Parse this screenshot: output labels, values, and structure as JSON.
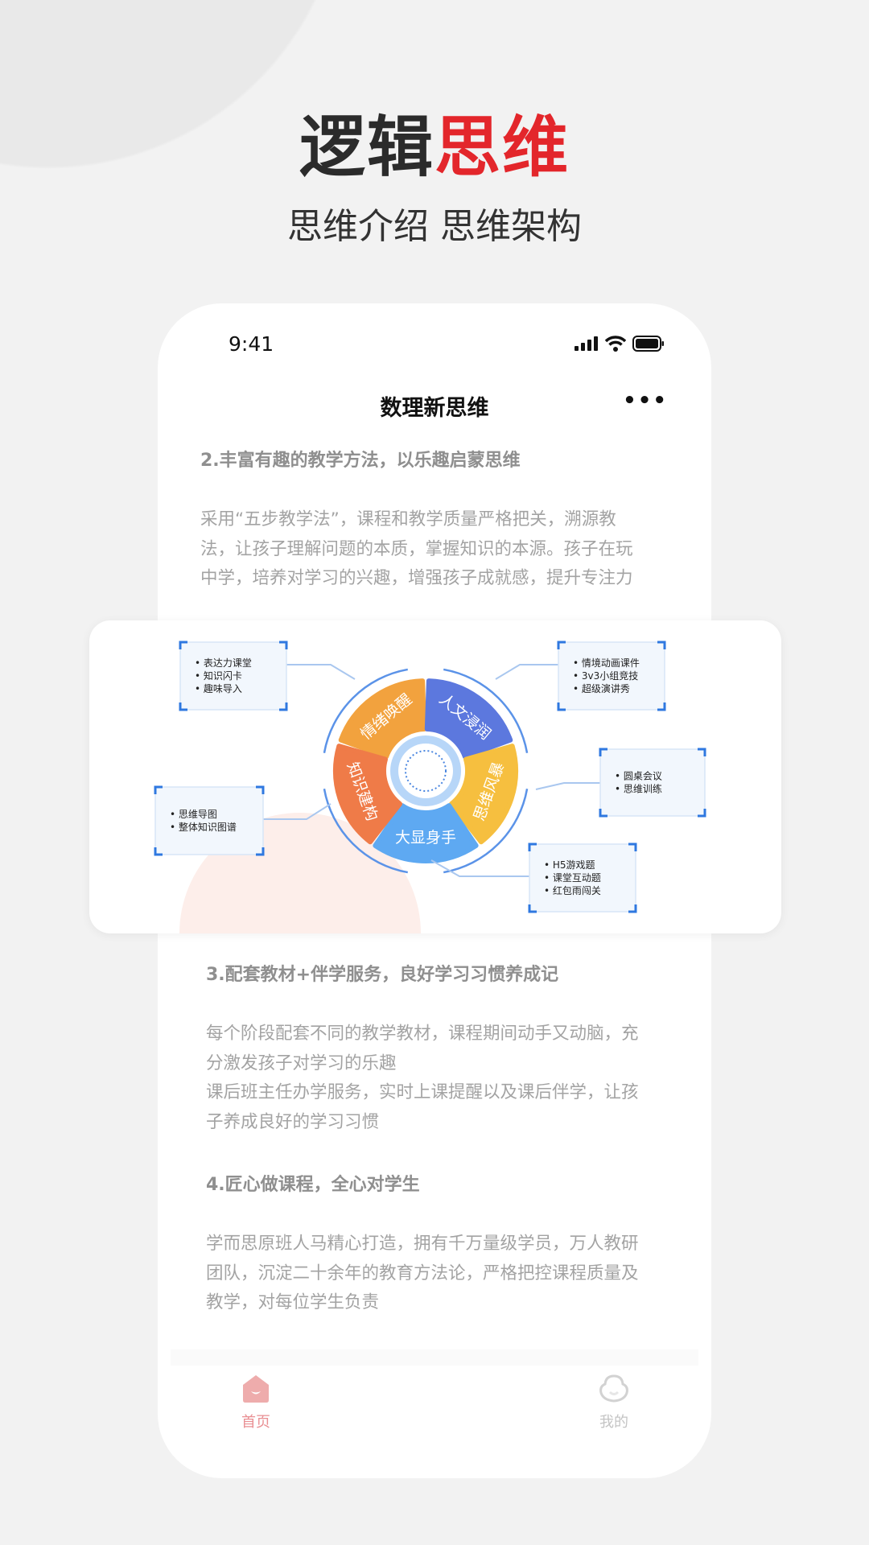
{
  "hero": {
    "title_dark": "逻辑",
    "title_red": "思维",
    "subtitle": "思维介绍 思维架构",
    "accent_color": "#e3262b"
  },
  "status_bar": {
    "time": "9:41",
    "icons": [
      "signal-icon",
      "wifi-icon",
      "battery-icon"
    ]
  },
  "nav": {
    "title": "数理新思维",
    "more_label": "•••"
  },
  "sections": [
    {
      "heading": "2.丰富有趣的教学方法，以乐趣启蒙思维",
      "lines": [
        "采用“五步教学法”，课程和教学质量严格把关，溯源教",
        "法，让孩子理解问题的本质，掌握知识的本源。孩子在玩",
        "中学，培养对学习的兴趣，增强孩子成就感，提升专注力"
      ]
    },
    {
      "heading": "3.配套教材+伴学服务，良好学习习惯养成记",
      "lines": [
        "每个阶段配套不同的教学教材，课程期间动手又动脑，充",
        "分激发孩子对学习的乐趣",
        "课后班主任办学服务，实时上课提醒以及课后伴学，让孩",
        "子养成良好的学习习惯"
      ]
    },
    {
      "heading": "4.匠心做课程，全心对学生",
      "lines": [
        "学而思原班人马精心打造，拥有千万量级学员，万人教研",
        "团队，沉淀二十余年的教育方法论，严格把控课程质量及",
        "教学，对每位学生负责"
      ]
    }
  ],
  "diagram": {
    "segments": [
      {
        "label": "情绪唤醒",
        "color": "#f2a23e"
      },
      {
        "label": "人文浸润",
        "color": "#5c78de"
      },
      {
        "label": "思维风暴",
        "color": "#f6bf3f"
      },
      {
        "label": "大显身手",
        "color": "#5ea9f2"
      },
      {
        "label": "知识建构",
        "color": "#ef7b48"
      }
    ],
    "boxes": [
      {
        "items": [
          "表达力课堂",
          "知识闪卡",
          "趣味导入"
        ]
      },
      {
        "items": [
          "情境动画课件",
          "3v3小组竞技",
          "超级演讲秀"
        ]
      },
      {
        "items": [
          "圆桌会议",
          "思维训练"
        ]
      },
      {
        "items": [
          "思维导图",
          "整体知识图谱"
        ]
      },
      {
        "items": [
          "H5游戏题",
          "课堂互动题",
          "红包雨闯关"
        ]
      }
    ]
  },
  "tabs": [
    {
      "label": "首页",
      "icon": "home-icon",
      "active": true,
      "color": "#e98f93"
    },
    {
      "label": "我的",
      "icon": "profile-icon",
      "active": false,
      "color": "#c4c4c4"
    }
  ]
}
